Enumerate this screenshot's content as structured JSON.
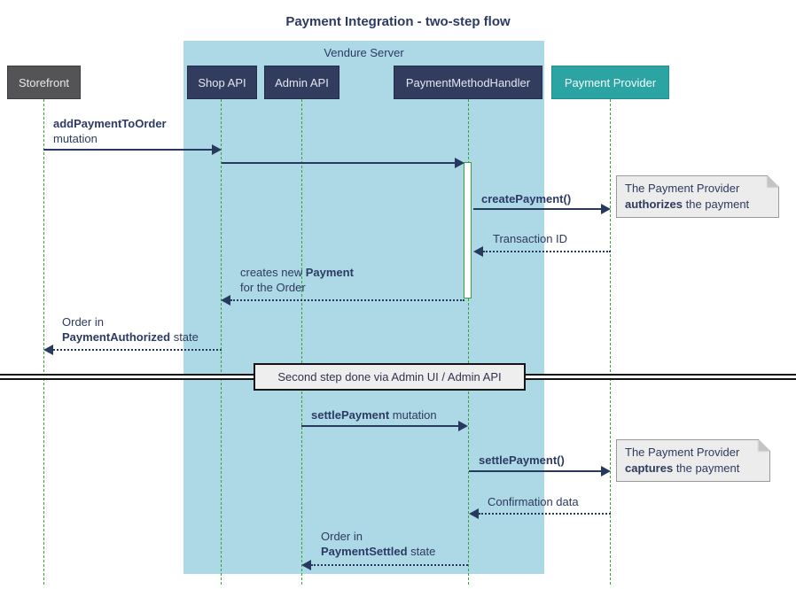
{
  "title": "Payment Integration - two-step flow",
  "server_group": {
    "label": "Vendure Server"
  },
  "participants": [
    {
      "label": "Storefront"
    },
    {
      "label": "Shop API"
    },
    {
      "label": "Admin API"
    },
    {
      "label": "PaymentMethodHandler"
    },
    {
      "label": "Payment Provider"
    }
  ],
  "messages": [
    {
      "line1_bold": "addPaymentToOrder",
      "line2": "mutation"
    },
    {
      "bold": "createPayment()"
    },
    {
      "text": "Transaction ID"
    },
    {
      "pre": "creates new ",
      "bold": "Payment",
      "line2": "for the Order"
    },
    {
      "line1": "Order in",
      "bold": "PaymentAuthorized",
      "post": " state"
    },
    {
      "bold": "settlePayment",
      "post": " mutation"
    },
    {
      "bold": "settlePayment()"
    },
    {
      "text": "Confirmation data"
    },
    {
      "line1": "Order in",
      "bold": "PaymentSettled",
      "post": " state"
    }
  ],
  "notes": [
    {
      "line1": "The Payment Provider",
      "bold": "authorizes",
      "post": " the payment"
    },
    {
      "line1": "The Payment Provider",
      "bold": "captures",
      "post": " the payment"
    }
  ],
  "divider": {
    "label": "Second step done via Admin UI / Admin API"
  },
  "colors": {
    "server_group_bg": "#add8e6",
    "participant_navy": "#323c5e",
    "participant_gray": "#545456",
    "participant_teal": "#2ca4a4",
    "lifeline_green": "#3aa43a",
    "arrow_navy": "#28395f",
    "note_bg": "#ececec"
  }
}
